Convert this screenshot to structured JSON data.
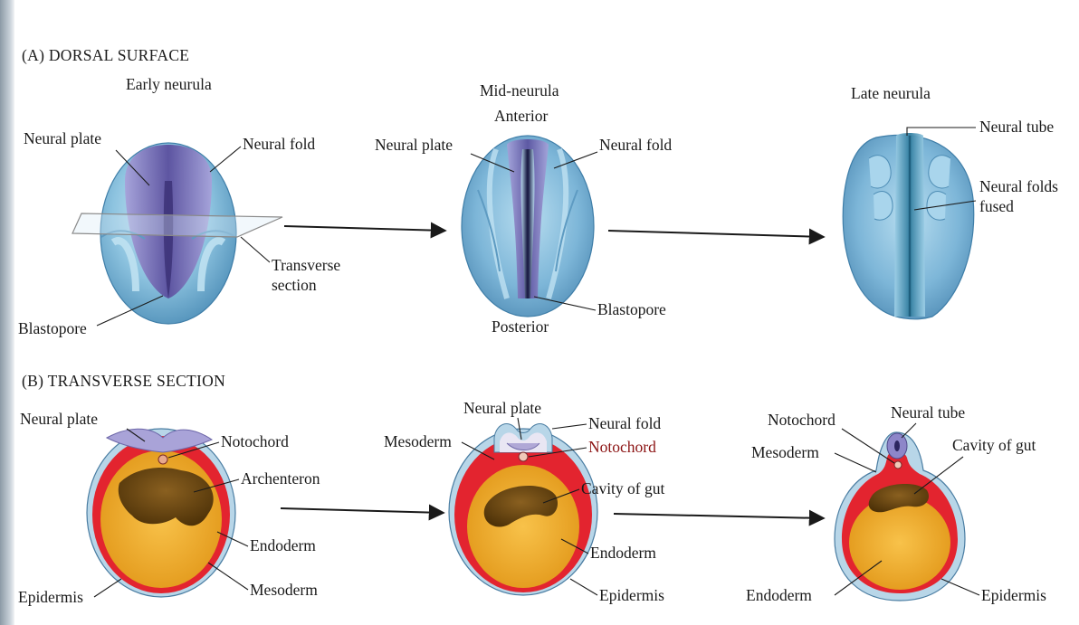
{
  "panel_a": {
    "title": "(A) DORSAL SURFACE",
    "early": {
      "stage": "Early neurula",
      "neural_plate": "Neural plate",
      "neural_fold": "Neural fold",
      "transverse_1": "Transverse",
      "transverse_2": "section",
      "blastopore": "Blastopore"
    },
    "mid": {
      "stage": "Mid-neurula",
      "anterior": "Anterior",
      "neural_plate": "Neural plate",
      "neural_fold": "Neural fold",
      "blastopore": "Blastopore",
      "posterior": "Posterior"
    },
    "late": {
      "stage": "Late neurula",
      "neural_tube": "Neural tube",
      "fused_1": "Neural folds",
      "fused_2": "fused"
    }
  },
  "panel_b": {
    "title": "(B) TRANSVERSE SECTION",
    "early": {
      "neural_plate": "Neural plate",
      "notochord": "Notochord",
      "archenteron": "Archenteron",
      "endoderm": "Endoderm",
      "mesoderm": "Mesoderm",
      "epidermis": "Epidermis"
    },
    "mid": {
      "neural_plate": "Neural plate",
      "neural_fold": "Neural fold",
      "mesoderm": "Mesoderm",
      "notochord": "Notochord",
      "cavity": "Cavity of gut",
      "endoderm": "Endoderm",
      "epidermis": "Epidermis"
    },
    "late": {
      "notochord": "Notochord",
      "neural_tube": "Neural tube",
      "mesoderm": "Mesoderm",
      "cavity": "Cavity of gut",
      "endoderm": "Endoderm",
      "epidermis": "Epidermis"
    }
  },
  "colors": {
    "embryo_blue": "#8ec4e0",
    "neural_plate_purple": "#8d86c9",
    "mesoderm_red": "#e3242f",
    "endoderm_yellow": "#f3b02e",
    "cavity_brown": "#6e4a12",
    "epidermis_blue": "#b8d6e8"
  }
}
